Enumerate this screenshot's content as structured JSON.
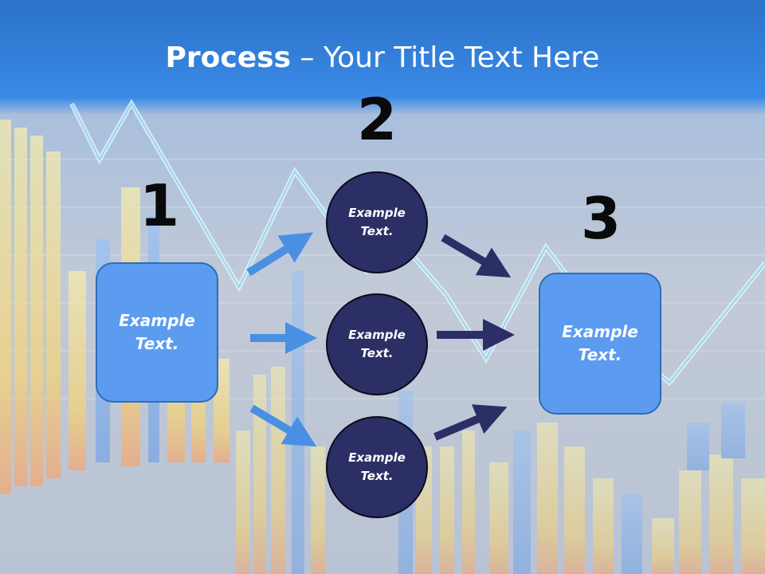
{
  "slide": {
    "title_bold": "Process",
    "title_rest": " – Your Title Text Here"
  },
  "steps": [
    {
      "number": "1"
    },
    {
      "number": "2"
    },
    {
      "number": "3"
    }
  ],
  "left_box": {
    "text": "Example Text."
  },
  "right_box": {
    "text": "Example Text."
  },
  "circles": [
    {
      "text": "Example Text."
    },
    {
      "text": "Example Text."
    },
    {
      "text": "Example Text."
    }
  ],
  "colors": {
    "header_blue": "#2f7fe0",
    "box_blue": "#5b9cf0",
    "circle_navy": "#2c2f66",
    "arrow_light": "#4a90e2",
    "arrow_dark": "#2c2f66"
  }
}
